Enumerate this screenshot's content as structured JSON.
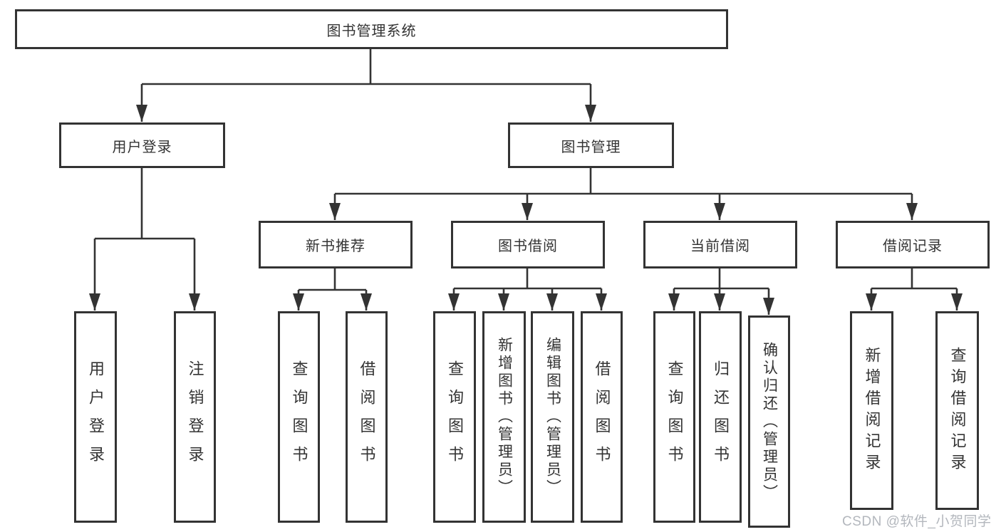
{
  "diagram": {
    "root": {
      "label": "图书管理系统"
    },
    "level2": [
      {
        "label": "用户登录"
      },
      {
        "label": "图书管理"
      }
    ],
    "level3": [
      {
        "label": "新书推荐"
      },
      {
        "label": "图书借阅"
      },
      {
        "label": "当前借阅"
      },
      {
        "label": "借阅记录"
      }
    ],
    "leaves_user": [
      {
        "label": "用户登录"
      },
      {
        "label": "注销登录"
      }
    ],
    "leaves_recommend": [
      {
        "label": "查询图书"
      },
      {
        "label": "借阅图书"
      }
    ],
    "leaves_borrow": [
      {
        "label": "查询图书"
      },
      {
        "label": "新增图书（管理员）"
      },
      {
        "label": "编辑图书（管理员）"
      },
      {
        "label": "借阅图书"
      }
    ],
    "leaves_current": [
      {
        "label": "查询图书"
      },
      {
        "label": "归还图书"
      },
      {
        "label": "确认归还（管理员）"
      }
    ],
    "leaves_records": [
      {
        "label": "新增借阅记录"
      },
      {
        "label": "查询借阅记录"
      }
    ]
  },
  "watermark": {
    "text": "CSDN @软件_小贺同学"
  },
  "colors": {
    "line": "#333333",
    "box_border": "#333333",
    "text": "#333333",
    "watermark": "#b3b7bd",
    "background": "#ffffff"
  }
}
